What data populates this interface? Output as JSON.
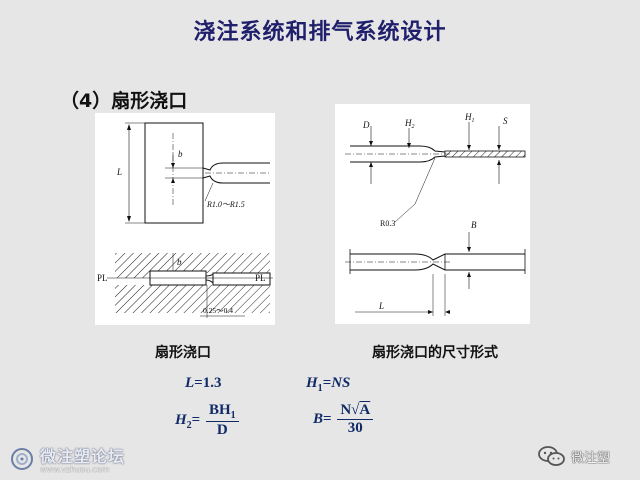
{
  "slide": {
    "title": "浇注系统和排气系统设计",
    "subtitle": "（4）扇形浇口"
  },
  "figures": {
    "left": {
      "caption": "扇形浇口",
      "labels": {
        "L": "L",
        "b": "b",
        "radius": "R1.0～R1.5",
        "pl_left": "PL",
        "pl_right": "PL",
        "thickness": "0.25～0.4"
      }
    },
    "right": {
      "caption": "扇形浇口的尺寸形式",
      "labels": {
        "D": "D",
        "H2": "H",
        "H2_sub": "2",
        "H1": "H",
        "H1_sub": "1",
        "S": "S",
        "radius": "R0.3",
        "B": "B",
        "L": "L"
      }
    }
  },
  "formulas": {
    "f1": {
      "lhs": "L",
      "rhs": "=1.3"
    },
    "f2": {
      "lhs": "H",
      "sub": "1",
      "rhs": "=NS"
    },
    "f3": {
      "lhs": "H",
      "sub": "2",
      "eq": "=",
      "num": "BH",
      "num_sub": "1",
      "den": "D"
    },
    "f4": {
      "lhs": "B",
      "eq": "=",
      "num_pre": "N",
      "num_root": "A",
      "den": "30"
    }
  },
  "watermark": {
    "logo_text": "微注塑论坛",
    "url": "www.vzhusu.com",
    "wechat_label": "微注塑"
  }
}
